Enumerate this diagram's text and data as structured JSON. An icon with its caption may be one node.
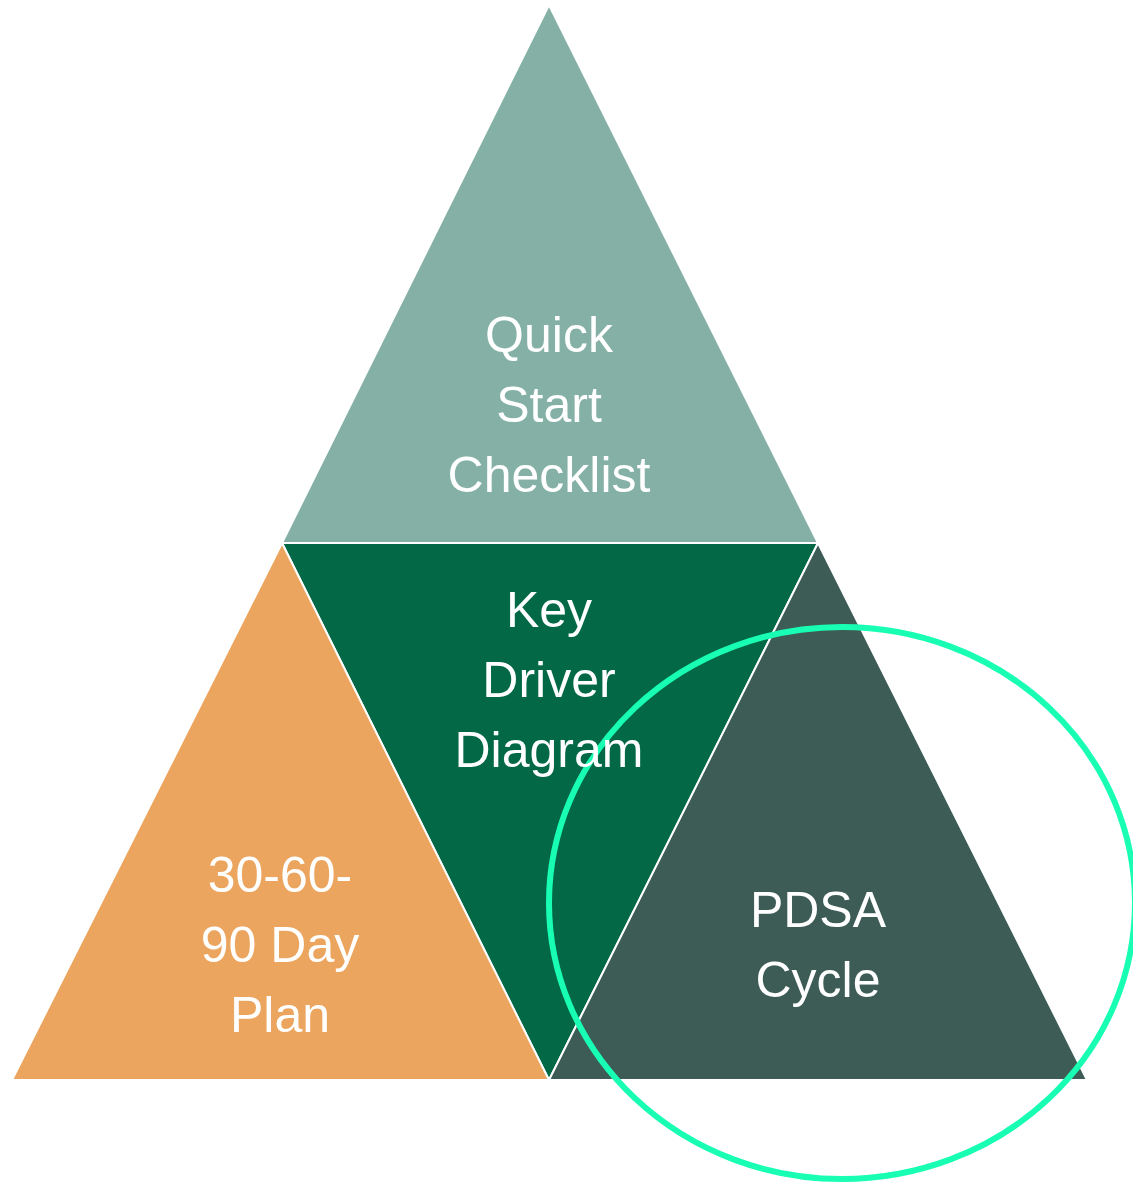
{
  "diagram": {
    "nodes": [
      {
        "text": [
          "Quick Start Checklist"
        ]
      },
      {
        "text": [
          "Key Driver Diagram"
        ]
      },
      {
        "text": [
          "30-60-90 Day Plan"
        ]
      },
      {
        "text": [
          "PDSA Cycle"
        ]
      }
    ]
  }
}
